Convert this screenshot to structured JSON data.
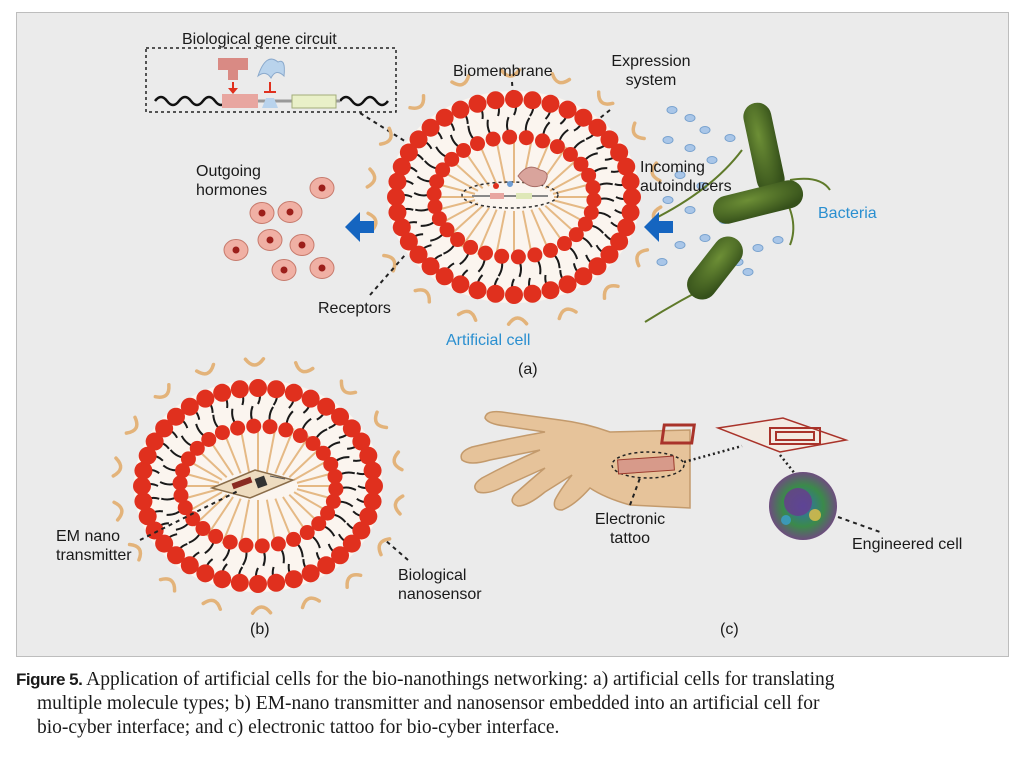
{
  "labels": {
    "gene_circuit": "Biological gene circuit",
    "biomembrane": "Biomembrane",
    "expression_system": "Expression\nsystem",
    "outgoing_hormones": "Outgoing\nhormones",
    "incoming_autoinducers": "Incoming\nautoinducers",
    "bacteria": "Bacteria",
    "receptors": "Receptors",
    "artificial_cell": "Artificial cell",
    "panel_a": "(a)",
    "em_nano_transmitter": "EM nano\ntransmitter",
    "biological_nanosensor": "Biological\nnanosensor",
    "panel_b": "(b)",
    "electronic_tattoo": "Electronic\ntattoo",
    "engineered_cell": "Engineered cell",
    "panel_c": "(c)"
  },
  "caption": {
    "figure_label": "Figure 5.",
    "line1": "Application of artificial cells for the bio-nanothings networking: a) artificial cells for translating",
    "line2": "multiple molecule types; b) EM-nano transmitter and nanosensor embedded into an artificial cell for",
    "line3": "bio-cyber interface; and c) electronic tattoo for bio-cyber interface."
  },
  "colors": {
    "lipid_head": "#e0301e",
    "lipid_tail": "#1a1a1a",
    "receptor": "#e3b37a",
    "arrow": "#1565c0",
    "bacteria": "#4a6b23",
    "hormone": "#f0b0a4",
    "autoinducer": "#a9c6e8",
    "highlight_text": "#2a8fd0"
  }
}
